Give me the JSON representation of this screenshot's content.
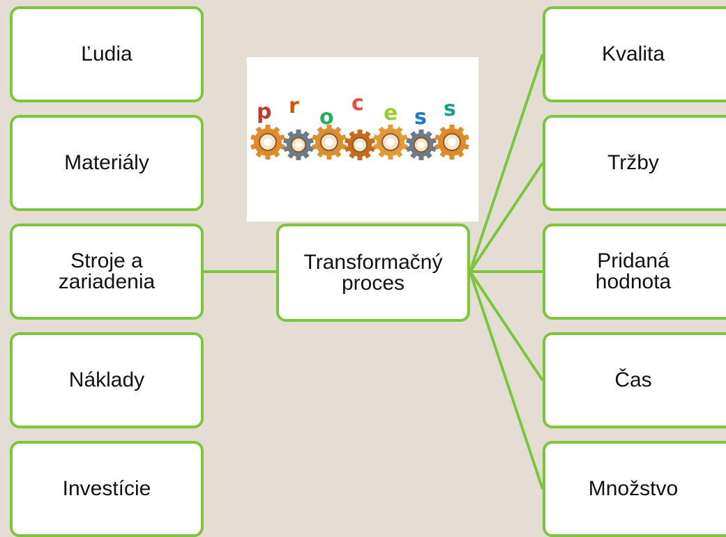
{
  "diagram": {
    "inputs": [
      {
        "id": "ludia",
        "label": "Ľudia"
      },
      {
        "id": "materialy",
        "label": "Materiály"
      },
      {
        "id": "stroje",
        "label": "Stroje a zariadenia"
      },
      {
        "id": "naklady",
        "label": "Náklady"
      },
      {
        "id": "investicie",
        "label": "Investície"
      }
    ],
    "center": {
      "line1": "Transformačný",
      "line2": "proces"
    },
    "outputs": [
      {
        "id": "kvalita",
        "label": "Kvalita"
      },
      {
        "id": "trzby",
        "label": "Tržby"
      },
      {
        "id": "pridana",
        "line1": "Pridaná",
        "line2": "hodnota"
      },
      {
        "id": "cas",
        "label": "Čas"
      },
      {
        "id": "mnozstvo",
        "label": "Množstvo"
      }
    ],
    "stroje_lines": {
      "line1": "Stroje a",
      "line2": "zariadenia"
    }
  },
  "image": {
    "name": "process-gears-illustration",
    "letters": [
      "p",
      "r",
      "o",
      "c",
      "e",
      "s",
      "s"
    ],
    "letter_colors": [
      "#c0392b",
      "#d35400",
      "#27ae60",
      "#e74c3c",
      "#9acd32",
      "#1f78c8",
      "#16a085"
    ]
  },
  "colors": {
    "background": "#e4ddd3",
    "border": "#7ec53e",
    "box_fill": "#ffffff",
    "text": "#111111"
  }
}
